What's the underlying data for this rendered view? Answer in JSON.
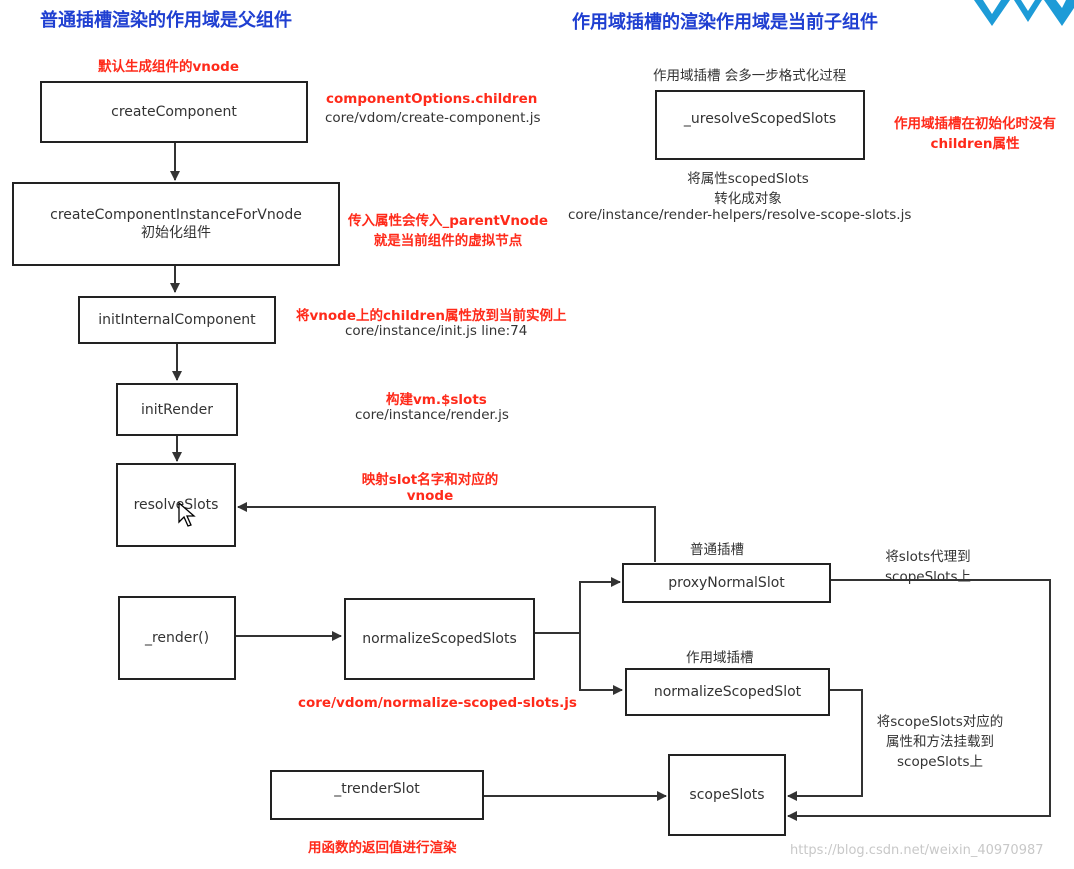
{
  "titles": {
    "left": "普通插槽渲染的作用域是父组件",
    "right": "作用域插槽的渲染作用域是当前子组件"
  },
  "boxes": {
    "create_component": "createComponent",
    "create_instance_l1": "createComponentInstanceForVnode",
    "create_instance_l2": "初始化组件",
    "init_internal": "initInternalComponent",
    "init_render": "initRender",
    "resolve_slots": "resolveSlots",
    "render": "_render()",
    "normalize_scoped_slots": "normalizeScopedSlots",
    "proxy_normal_slot": "proxyNormalSlot",
    "normalize_scoped_slot": "normalizeScopedSlot",
    "scope_slots": "scopeSlots",
    "trender_slot": "_trenderSlot",
    "uresolve_scoped_slots": "_uresolveScopedSlots"
  },
  "annotations": {
    "default_vnode": "默认生成组件的vnode",
    "component_options": "componentOptions.children",
    "create_component_file": "core/vdom/create-component.js",
    "parent_vnode_l1": "传入属性会传入_parentVnode",
    "parent_vnode_l2": "就是当前组件的虚拟节点",
    "children_to_instance": "将vnode上的children属性放到当前实例上",
    "init_file": "core/instance/init.js line:74",
    "build_slots": "构建vm.$slots",
    "render_file": "core/instance/render.js",
    "map_slot_l1": "映射slot名字和对应的",
    "map_slot_l2": "vnode",
    "normal_slot_label": "普通插槽",
    "proxy_to_l1": "将slots代理到",
    "proxy_to_l2": "scopeSlots上",
    "scoped_slot_label": "作用域插槽",
    "mount_l1": "将scopeSlots对应的",
    "mount_l2": "属性和方法挂载到",
    "mount_l3": "scopeSlots上",
    "normalize_file": "core/vdom/normalize-scoped-slots.js",
    "render_by_return": "用函数的返回值进行渲染",
    "format_process": "作用域插槽 会多一步格式化过程",
    "no_children_l1": "作用域插槽在初始化时没有",
    "no_children_l2": "children属性",
    "convert_l1": "将属性scopedSlots",
    "convert_l2": "转化成对象",
    "resolve_file": "core/instance/render-helpers/resolve-scope-slots.js"
  },
  "watermark": "https://blog.csdn.net/weixin_40970987",
  "colors": {
    "title": "#1f3fd1",
    "annotation_red": "#ff2a1a",
    "box_border": "#222222",
    "line": "#333333"
  }
}
